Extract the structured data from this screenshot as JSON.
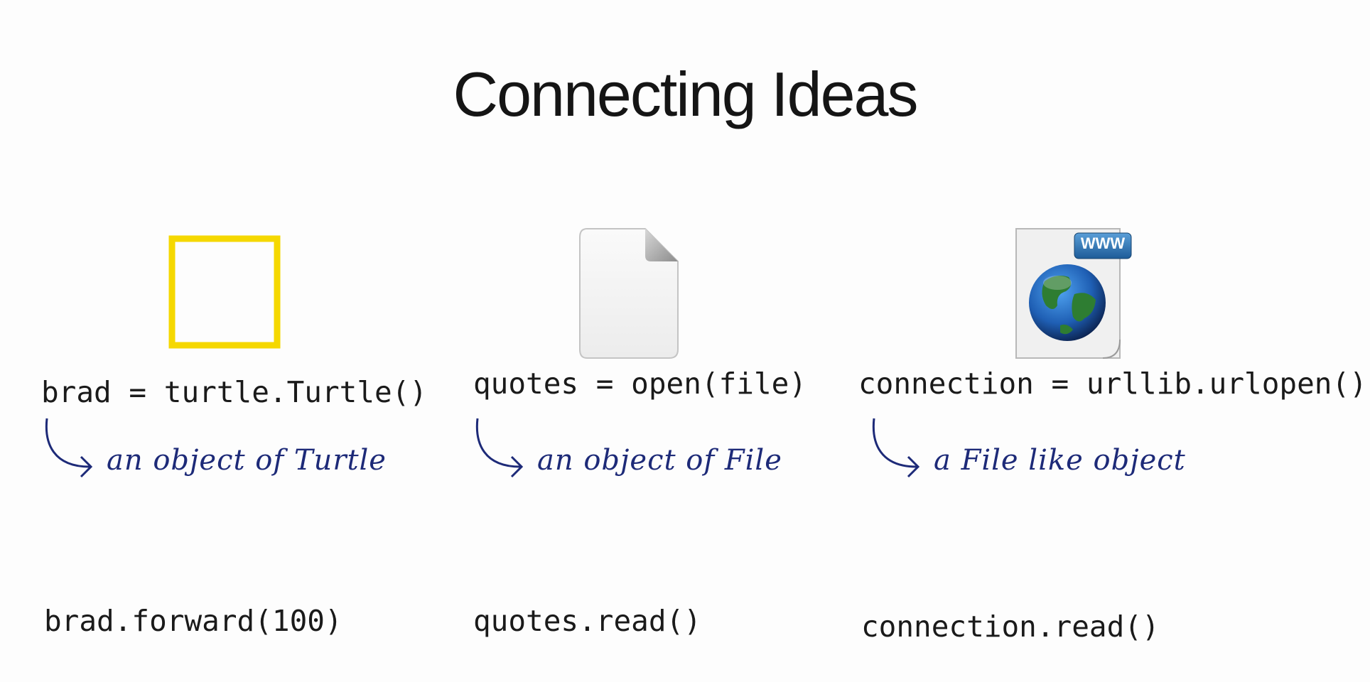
{
  "title": "Connecting Ideas",
  "columns": [
    {
      "icon": "yellow-square-icon",
      "declaration": "brad = turtle.Turtle()",
      "annotation": "an object of Turtle",
      "call": "brad.forward(100)"
    },
    {
      "icon": "blank-file-icon",
      "declaration": "quotes = open(file)",
      "annotation": "an object of File",
      "call": "quotes.read()"
    },
    {
      "icon": "web-file-icon",
      "badge": "WWW",
      "declaration": "connection = urllib.urlopen()",
      "annotation": "a File like object",
      "call": "connection.read()"
    }
  ],
  "colors": {
    "turtle_square": "#f5d800",
    "annotation_ink": "#1d2a78",
    "globe_ocean": "#1f5fb4",
    "globe_land": "#2e7d32"
  }
}
